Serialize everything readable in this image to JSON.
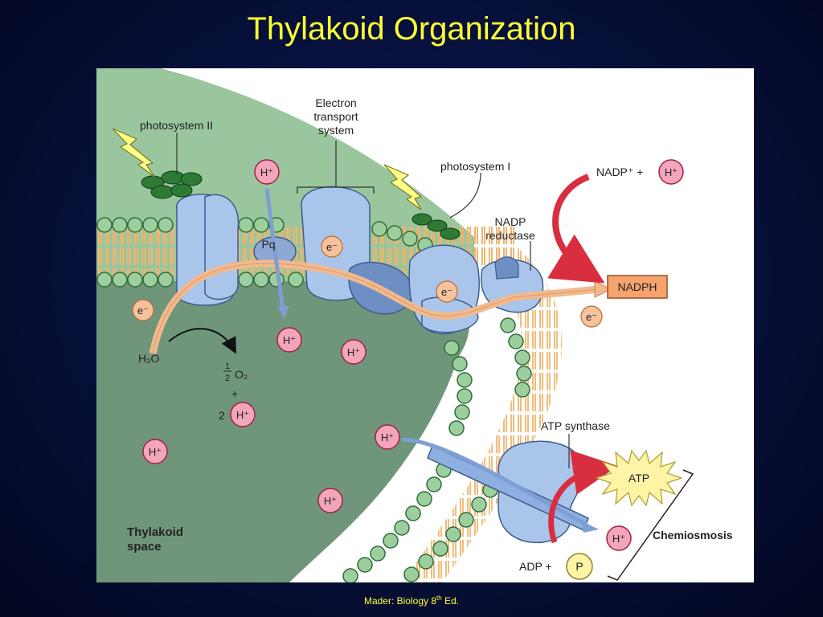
{
  "slide": {
    "title": "Thylakoid Organization",
    "credit": "Mader: Biology 8",
    "credit_sup": "th",
    "credit_suffix": " Ed."
  },
  "labels": {
    "photosystem2": "photosystem II",
    "ets_line1": "Electron",
    "ets_line2": "transport",
    "ets_line3": "system",
    "photosystem1": "photosystem I",
    "nadp_reductase_line1": "NADP",
    "nadp_reductase_line2": "reductase",
    "nadp_plus": "NADP⁺ +",
    "nadph": "NADPH",
    "pq": "Pq",
    "electron": "e⁻",
    "h_ion": "H⁺",
    "water": "H₂O",
    "half": "1",
    "half_den": "2",
    "oxygen": "O₂",
    "plus": "+",
    "two": "2",
    "atp_synthase": "ATP synthase",
    "atp": "ATP",
    "adp_plus": "ADP +",
    "phosphate": "P",
    "chemiosmosis": "Chemiosmosis",
    "thylakoid_line1": "Thylakoid",
    "thylakoid_line2": "space"
  },
  "colors": {
    "stroma": "#9ac69e",
    "thylakoid_space": "#6f967a",
    "membrane_bead": "#9ccf9d",
    "protein": "#a9c6ea",
    "protein_dark": "#6d8fc4",
    "electron_path": "#f3b98c",
    "h_ion_fill": "#f2a5bb",
    "electron_fill": "#f6c29c",
    "nadph_fill": "#f5a46f",
    "red_arrow": "#d92e3f",
    "atp_star": "#fff3a6",
    "title": "#ffff33"
  }
}
